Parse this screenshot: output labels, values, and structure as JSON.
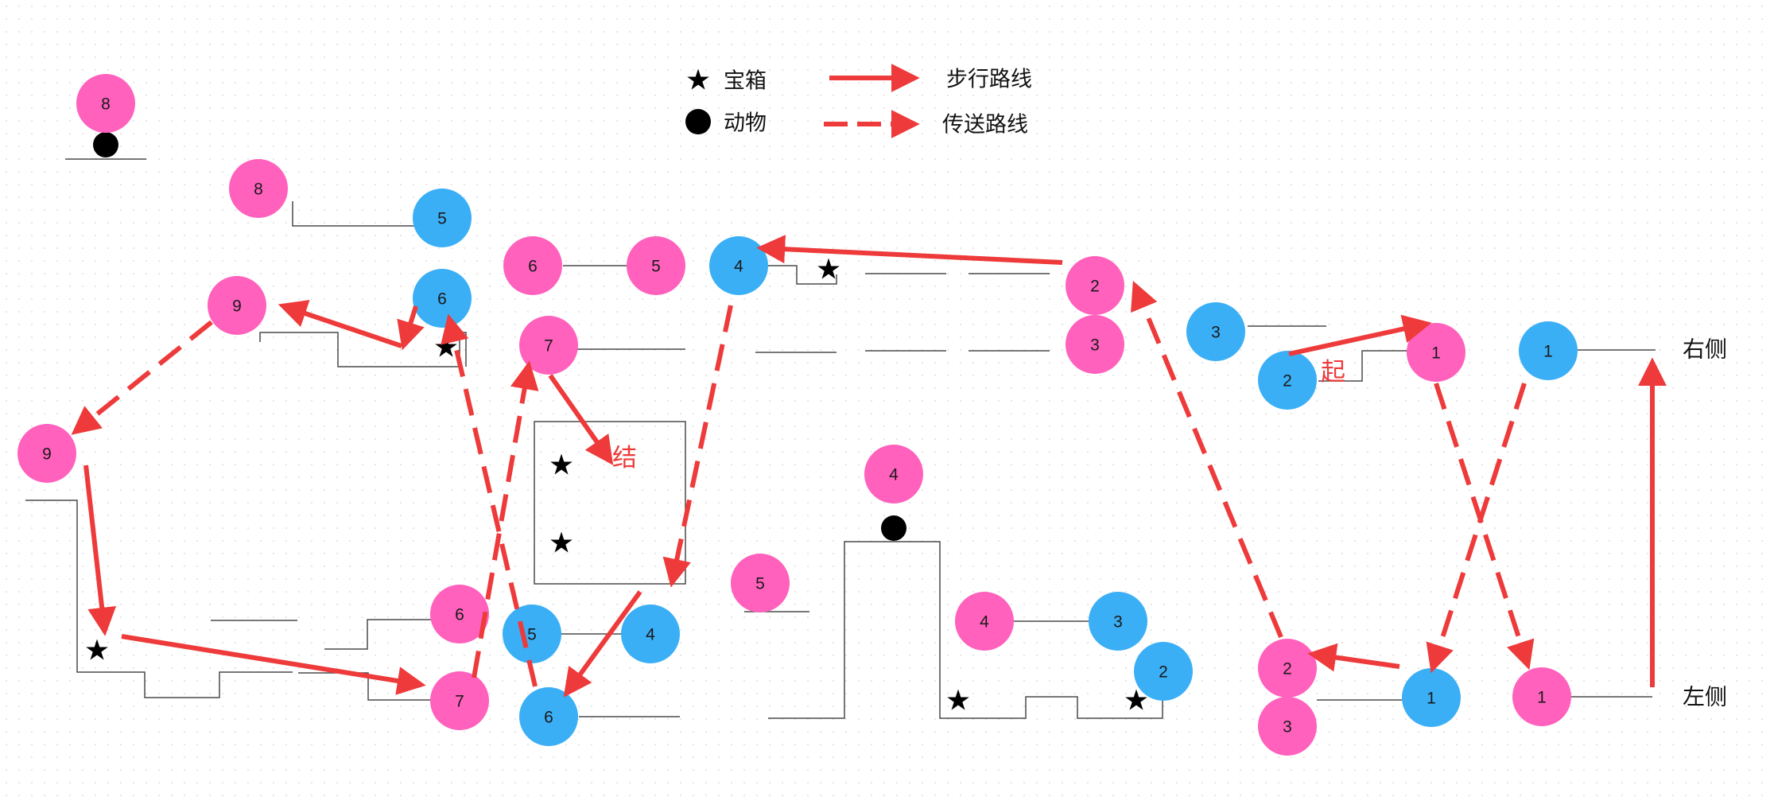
{
  "legend": {
    "chest": "宝箱",
    "animal": "动物",
    "walk_route": "步行路线",
    "teleport_route": "传送路线"
  },
  "labels": {
    "right_side": "右侧",
    "left_side": "左侧",
    "start": "起",
    "end": "结"
  },
  "colors": {
    "pink_node": "#ff61bd",
    "blue_node": "#3baff5",
    "route": "#ee3a3a",
    "platform": "#4a4a4a",
    "background": "#ffffff"
  },
  "nodes": [
    {
      "id": "pink8-top",
      "label": "8",
      "color": "pink"
    },
    {
      "id": "pink8",
      "label": "8",
      "color": "pink"
    },
    {
      "id": "blue5-left",
      "label": "5",
      "color": "blue"
    },
    {
      "id": "pink9-upper",
      "label": "9",
      "color": "pink"
    },
    {
      "id": "blue6-upper",
      "label": "6",
      "color": "blue"
    },
    {
      "id": "pink9-lower",
      "label": "9",
      "color": "pink"
    },
    {
      "id": "pink6-upper",
      "label": "6",
      "color": "pink"
    },
    {
      "id": "pink5-upper",
      "label": "5",
      "color": "pink"
    },
    {
      "id": "pink7-upper",
      "label": "7",
      "color": "pink"
    },
    {
      "id": "blue4-upper",
      "label": "4",
      "color": "blue"
    },
    {
      "id": "pink2-upper",
      "label": "2",
      "color": "pink"
    },
    {
      "id": "pink3-upper",
      "label": "3",
      "color": "pink"
    },
    {
      "id": "blue3-upper",
      "label": "3",
      "color": "blue"
    },
    {
      "id": "blue2-start",
      "label": "2",
      "color": "blue"
    },
    {
      "id": "pink1-upper",
      "label": "1",
      "color": "pink"
    },
    {
      "id": "blue1-upper",
      "label": "1",
      "color": "blue"
    },
    {
      "id": "pink6-lower",
      "label": "6",
      "color": "pink"
    },
    {
      "id": "pink7-lower",
      "label": "7",
      "color": "pink"
    },
    {
      "id": "blue5-lower",
      "label": "5",
      "color": "blue"
    },
    {
      "id": "blue4-lower",
      "label": "4",
      "color": "blue"
    },
    {
      "id": "blue6-lower",
      "label": "6",
      "color": "blue"
    },
    {
      "id": "pink5-lower",
      "label": "5",
      "color": "pink"
    },
    {
      "id": "pink4-mid",
      "label": "4",
      "color": "pink"
    },
    {
      "id": "pink4-lower",
      "label": "4",
      "color": "pink"
    },
    {
      "id": "blue3-lower",
      "label": "3",
      "color": "blue"
    },
    {
      "id": "blue2-lower",
      "label": "2",
      "color": "blue"
    },
    {
      "id": "pink2-lower",
      "label": "2",
      "color": "pink"
    },
    {
      "id": "pink3-lower",
      "label": "3",
      "color": "pink"
    },
    {
      "id": "blue1-lower",
      "label": "1",
      "color": "blue"
    },
    {
      "id": "pink1-lower",
      "label": "1",
      "color": "pink"
    }
  ],
  "routes": [
    {
      "type": "walk",
      "from": "pink2-upper",
      "to": "blue4-upper"
    },
    {
      "type": "walk",
      "from": "blue2-start",
      "to": "pink1-upper"
    },
    {
      "type": "teleport",
      "from": "pink1-upper",
      "to": "pink1-lower"
    },
    {
      "type": "teleport",
      "from": "blue1-upper",
      "to": "blue1-lower"
    },
    {
      "type": "walk",
      "from": "blue1-lower",
      "to": "pink2-lower"
    },
    {
      "type": "teleport",
      "from": "pink2-lower",
      "to": "pink2-upper"
    },
    {
      "type": "walk",
      "from": "pink1-lower",
      "to": "right-side"
    },
    {
      "type": "teleport",
      "from": "blue4-upper",
      "to": "chest-box"
    },
    {
      "type": "walk",
      "from": "chest-box",
      "to": "blue6-lower"
    },
    {
      "type": "teleport",
      "from": "blue6-lower",
      "to": "blue6-upper"
    },
    {
      "type": "walk",
      "from": "chest-upper",
      "to": "pink9-upper"
    },
    {
      "type": "walk",
      "from": "blue6-upper",
      "to": "chest-upper"
    },
    {
      "type": "teleport",
      "from": "pink9-upper",
      "to": "pink9-lower"
    },
    {
      "type": "walk",
      "from": "pink9-lower",
      "to": "chest-left"
    },
    {
      "type": "walk",
      "from": "chest-left",
      "to": "pink7-lower"
    },
    {
      "type": "teleport",
      "from": "pink7-lower",
      "to": "pink7-upper"
    },
    {
      "type": "walk",
      "from": "pink7-upper",
      "to": "end"
    }
  ]
}
